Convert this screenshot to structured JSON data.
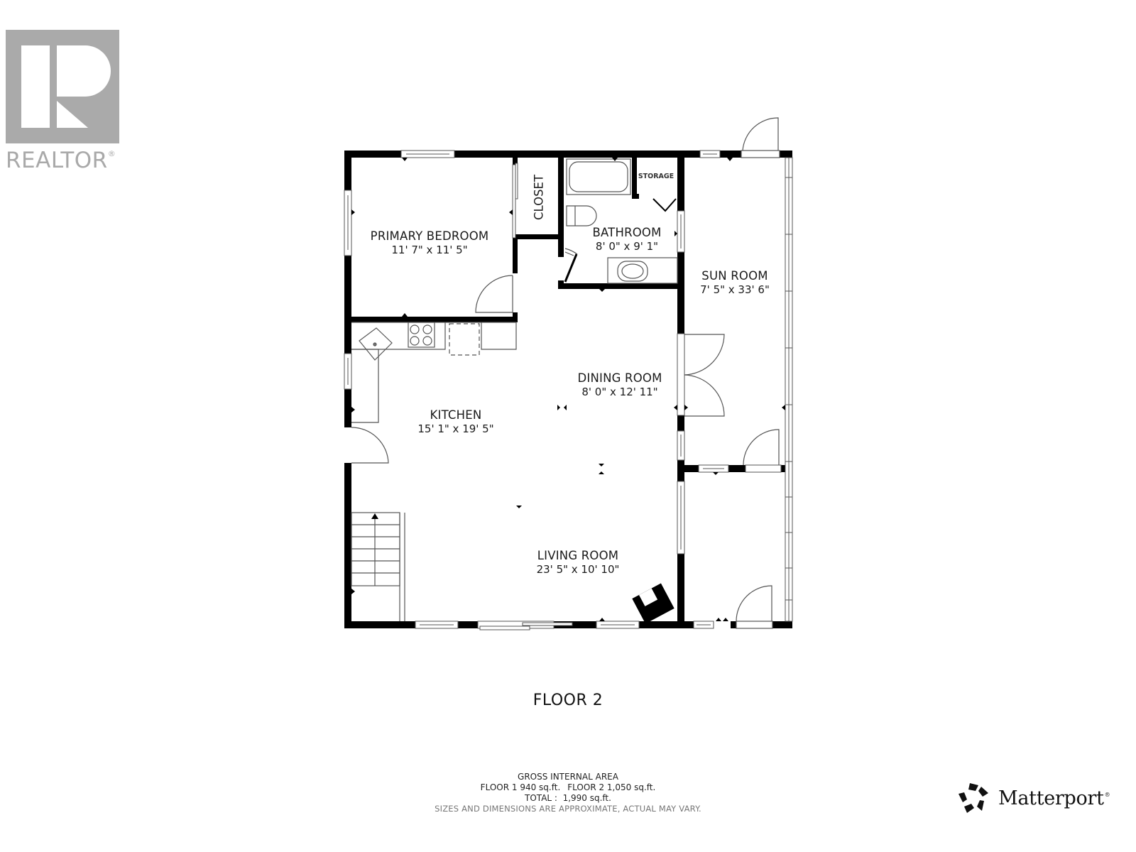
{
  "branding": {
    "realtor": {
      "wordmark": "REALTOR",
      "registered": "®",
      "mark_color": "#aaaaaa"
    },
    "matterport": {
      "wordmark": "Matterport",
      "registered": "®",
      "color": "#111111"
    }
  },
  "floor_plan": {
    "floor_title": "FLOOR 2",
    "rooms": [
      {
        "name": "PRIMARY BEDROOM",
        "dimensions": "11' 7\" x 11' 5\""
      },
      {
        "name": "CLOSET",
        "dimensions": ""
      },
      {
        "name": "BATHROOM",
        "dimensions": "8' 0\" x 9' 1\""
      },
      {
        "name": "STORAGE",
        "dimensions": ""
      },
      {
        "name": "SUN ROOM",
        "dimensions": "7' 5\" x 33' 6\""
      },
      {
        "name": "KITCHEN",
        "dimensions": "15' 1\" x 19' 5\""
      },
      {
        "name": "DINING ROOM",
        "dimensions": "8' 0\" x 12' 11\""
      },
      {
        "name": "LIVING ROOM",
        "dimensions": "23' 5\" x 10' 10\""
      }
    ],
    "wall_color": "#000000",
    "fixture_color": "#555555"
  },
  "area_summary": {
    "heading": "GROSS INTERNAL AREA",
    "floor1": "FLOOR 1 940 sq.ft.",
    "floor2": "FLOOR 2 1,050 sq.ft.",
    "total": "TOTAL :  1,990 sq.ft.",
    "disclaimer": "SIZES AND DIMENSIONS ARE APPROXIMATE, ACTUAL MAY VARY."
  }
}
